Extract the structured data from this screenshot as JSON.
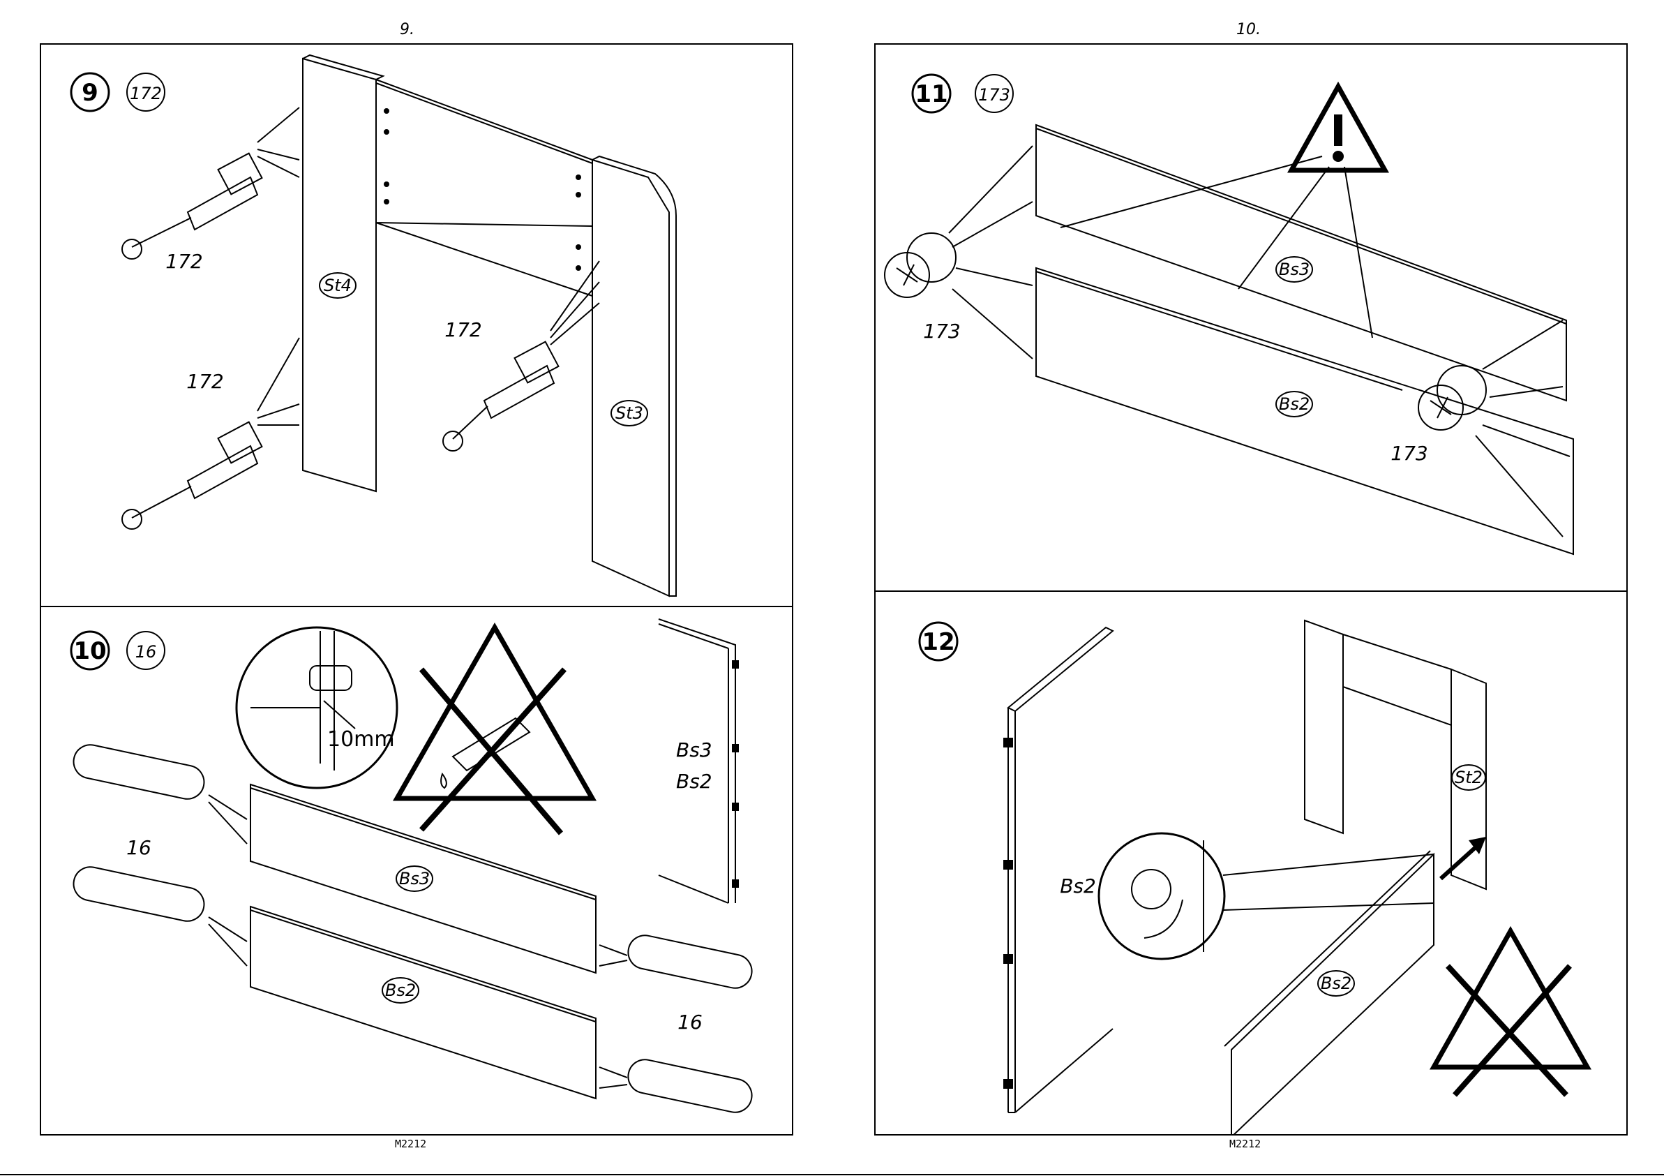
{
  "pages": [
    {
      "number": "9.",
      "footer": "M2212"
    },
    {
      "number": "10.",
      "footer": "M2212"
    }
  ],
  "steps": [
    {
      "step": "9",
      "qty_ref": "172",
      "labels": [
        "172",
        "172",
        "172"
      ],
      "panels": [
        "St4",
        "St3"
      ]
    },
    {
      "step": "10",
      "qty_ref": "16",
      "labels": [
        "16",
        "16"
      ],
      "panels": [
        "Bs3",
        "Bs2"
      ],
      "side_labels": [
        "Bs3",
        "Bs2"
      ],
      "measure": "10mm"
    },
    {
      "step": "11",
      "qty_ref": "173",
      "labels": [
        "173",
        "173"
      ],
      "panels": [
        "Bs3",
        "Bs2"
      ]
    },
    {
      "step": "12",
      "panels": [
        "Bs2",
        "St2",
        "Bs2"
      ]
    }
  ]
}
